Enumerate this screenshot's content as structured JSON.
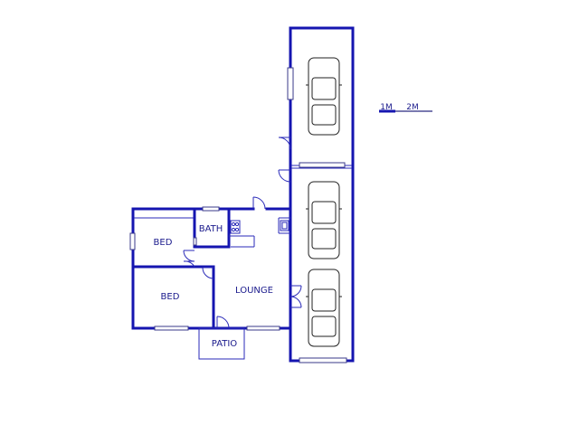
{
  "rooms": {
    "bed_1": "BED",
    "bed_2": "BED",
    "bath": "BATH",
    "lounge": "LOUNGE",
    "patio": "PATIO"
  },
  "scale": {
    "label_1": "1M",
    "label_2": "2M"
  },
  "colors": {
    "wall": "#1515b0",
    "label": "#1a1a8c"
  },
  "icons": [
    "car-icon",
    "stove-icon",
    "sink-icon"
  ]
}
